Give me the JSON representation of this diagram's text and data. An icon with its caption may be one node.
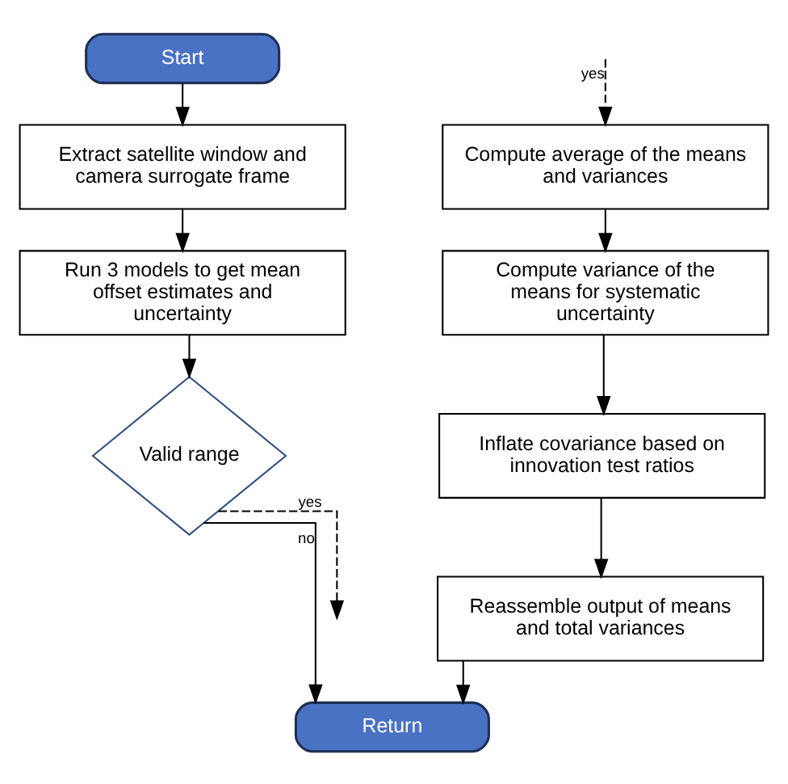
{
  "diagram": {
    "nodes": [
      {
        "text": [
          "Start"
        ]
      },
      {
        "text": [
          "Extract satellite window and camera surrogate frame"
        ]
      },
      {
        "text": [
          "Run 3 models to get mean offset estimates and uncertainty"
        ]
      },
      {
        "text": [
          "Valid range"
        ]
      },
      {
        "text": [
          "Compute average of the means and variances"
        ]
      },
      {
        "text": [
          "Compute variance of the means for systematic uncertainty"
        ]
      },
      {
        "text": [
          "Inflate covariance based on innovation test ratios"
        ]
      },
      {
        "text": [
          "Reassemble output of means and total variances"
        ]
      },
      {
        "text": [
          "Return"
        ]
      }
    ],
    "edges": [
      {
        "from": 0,
        "to": 1,
        "arrow": "to"
      },
      {
        "from": 1,
        "to": 2,
        "arrow": "to"
      },
      {
        "from": 2,
        "to": 3,
        "arrow": "to"
      },
      {
        "from": 3,
        "to": 8,
        "arrow": "to",
        "label": "no"
      },
      {
        "from": 3,
        "to": null,
        "arrow": "to",
        "label": "yes",
        "style": "dashed"
      },
      {
        "from": null,
        "to": 4,
        "arrow": "to",
        "label": "yes",
        "style": "dashed"
      },
      {
        "from": 4,
        "to": 5,
        "arrow": "to"
      },
      {
        "from": 5,
        "to": 6,
        "arrow": "to"
      },
      {
        "from": 6,
        "to": 7,
        "arrow": "to"
      },
      {
        "from": 7,
        "to": 8,
        "arrow": "to"
      }
    ]
  }
}
